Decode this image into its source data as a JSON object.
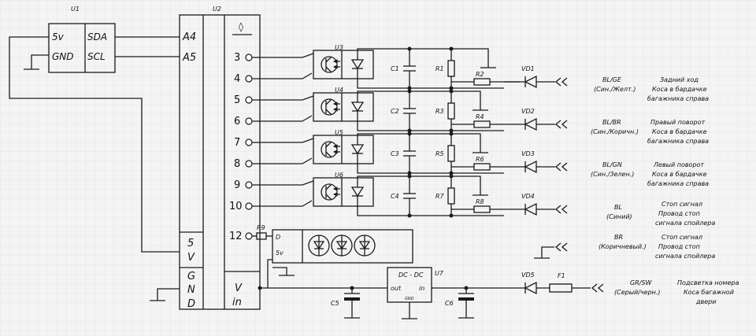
{
  "components": {
    "u1": {
      "ref": "U1",
      "pins": [
        "5v",
        "GND",
        "SDA",
        "SCL"
      ]
    },
    "u2": {
      "ref": "U2",
      "left_pins": [
        "A4",
        "A5",
        "5",
        "V",
        "G",
        "N",
        "D"
      ],
      "right_pins": [
        "3",
        "4",
        "5",
        "6",
        "7",
        "8",
        "9",
        "10",
        "12",
        "V",
        "in"
      ],
      "direction_symbol": "◊"
    },
    "optos": [
      "U3",
      "U4",
      "U5",
      "U6"
    ],
    "caps": [
      "C1",
      "C2",
      "C3",
      "C4",
      "C5",
      "C6"
    ],
    "resistors_shunt": [
      "R1",
      "R3",
      "R5",
      "R7"
    ],
    "resistors_series": [
      "R2",
      "R4",
      "R6",
      "R8"
    ],
    "r9": "R9",
    "diodes": [
      "VD1",
      "VD2",
      "VD3",
      "VD4",
      "VD5"
    ],
    "fuse": "F1",
    "u7": {
      "ref": "U7",
      "title": "DC - DC",
      "out": "out",
      "in": "in",
      "gnd": "GND"
    },
    "led_block": {
      "d_label": "D",
      "v_label": "5v"
    }
  },
  "inputs": [
    {
      "code": "BL/GE",
      "color": "(Син./Желт.)",
      "desc": [
        "Задний ход",
        "Коса в бардачке",
        "багажника справа"
      ]
    },
    {
      "code": "BL/BR",
      "color": "(Син./Коричн.)",
      "desc": [
        "Правый поворот",
        "Коса в бардачке",
        "багажника справа"
      ]
    },
    {
      "code": "BL/GN",
      "color": "(Син./Зелен.)",
      "desc": [
        "Левый поворот",
        "Коса в бардачке",
        "багажника справа"
      ]
    },
    {
      "code": "BL",
      "color": "(Синий)",
      "desc": [
        "Стоп сигнал",
        "Провод стоп",
        "сигнала спойлера"
      ]
    },
    {
      "code": "BR",
      "color": "(Коричневый.)",
      "desc": [
        "Стоп сигнал",
        "Провод стоп",
        "сигнала спойлера"
      ]
    },
    {
      "code": "GR/SW",
      "color": "(Серый/черн.)",
      "desc": [
        "Подсветка номера",
        "Коса багажной",
        "двери"
      ]
    }
  ]
}
